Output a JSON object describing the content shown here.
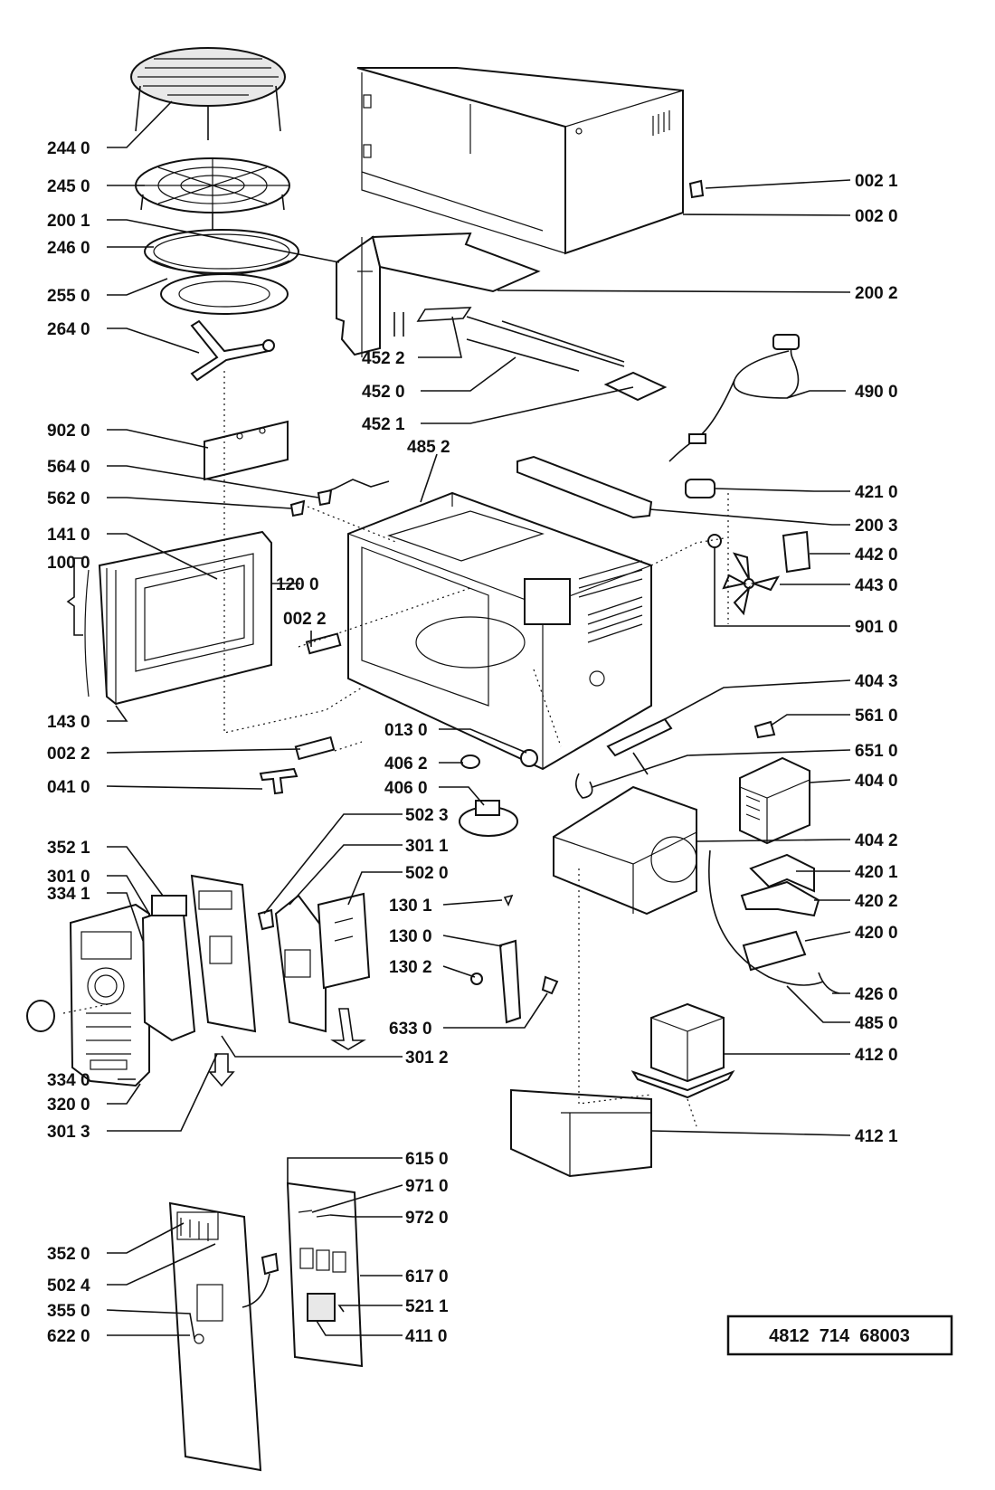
{
  "reference_number": "4812  714  68003",
  "labels_left": [
    {
      "id": "244",
      "text": "244 0"
    },
    {
      "id": "245",
      "text": "245 0"
    },
    {
      "id": "2001",
      "text": "200 1"
    },
    {
      "id": "246",
      "text": "246 0"
    },
    {
      "id": "255",
      "text": "255 0"
    },
    {
      "id": "264",
      "text": "264 0"
    },
    {
      "id": "902",
      "text": "902 0"
    },
    {
      "id": "564",
      "text": "564 0"
    },
    {
      "id": "562",
      "text": "562 0"
    },
    {
      "id": "141",
      "text": "141 0"
    },
    {
      "id": "100",
      "text": "100 0"
    },
    {
      "id": "143",
      "text": "143 0"
    },
    {
      "id": "0022b",
      "text": "002 2"
    },
    {
      "id": "041",
      "text": "041 0"
    },
    {
      "id": "3521",
      "text": "352 1"
    },
    {
      "id": "3010",
      "text": "301 0"
    },
    {
      "id": "3341",
      "text": "334 1"
    },
    {
      "id": "3340",
      "text": "334 0"
    },
    {
      "id": "320",
      "text": "320 0"
    },
    {
      "id": "3013",
      "text": "301 3"
    },
    {
      "id": "3520",
      "text": "352 0"
    },
    {
      "id": "5024",
      "text": "502 4"
    },
    {
      "id": "355",
      "text": "355 0"
    },
    {
      "id": "622",
      "text": "622 0"
    }
  ],
  "labels_right": [
    {
      "id": "0021",
      "text": "002 1"
    },
    {
      "id": "0020",
      "text": "002 0"
    },
    {
      "id": "2002",
      "text": "200 2"
    },
    {
      "id": "490",
      "text": "490 0"
    },
    {
      "id": "421",
      "text": "421 0"
    },
    {
      "id": "2003",
      "text": "200 3"
    },
    {
      "id": "442",
      "text": "442 0"
    },
    {
      "id": "443",
      "text": "443 0"
    },
    {
      "id": "901",
      "text": "901 0"
    },
    {
      "id": "4043",
      "text": "404 3"
    },
    {
      "id": "561",
      "text": "561 0"
    },
    {
      "id": "651",
      "text": "651 0"
    },
    {
      "id": "4040",
      "text": "404 0"
    },
    {
      "id": "4042",
      "text": "404 2"
    },
    {
      "id": "4201",
      "text": "420 1"
    },
    {
      "id": "4202",
      "text": "420 2"
    },
    {
      "id": "4200",
      "text": "420 0"
    },
    {
      "id": "426",
      "text": "426 0"
    },
    {
      "id": "485",
      "text": "485 0"
    },
    {
      "id": "4120",
      "text": "412 0"
    },
    {
      "id": "4121",
      "text": "412 1"
    }
  ],
  "labels_center": [
    {
      "id": "4522",
      "text": "452 2"
    },
    {
      "id": "4520",
      "text": "452 0"
    },
    {
      "id": "4521",
      "text": "452 1"
    },
    {
      "id": "4852",
      "text": "485 2"
    },
    {
      "id": "120",
      "text": "120 0"
    },
    {
      "id": "0022a",
      "text": "002 2"
    },
    {
      "id": "013",
      "text": "013 0"
    },
    {
      "id": "4062",
      "text": "406 2"
    },
    {
      "id": "4060",
      "text": "406 0"
    },
    {
      "id": "5023",
      "text": "502 3"
    },
    {
      "id": "3011",
      "text": "301 1"
    },
    {
      "id": "5020",
      "text": "502 0"
    },
    {
      "id": "1301",
      "text": "130 1"
    },
    {
      "id": "1300",
      "text": "130 0"
    },
    {
      "id": "1302",
      "text": "130 2"
    },
    {
      "id": "633",
      "text": "633 0"
    },
    {
      "id": "3012",
      "text": "301 2"
    },
    {
      "id": "615",
      "text": "615 0"
    },
    {
      "id": "971",
      "text": "971 0"
    },
    {
      "id": "972",
      "text": "972 0"
    },
    {
      "id": "617",
      "text": "617 0"
    },
    {
      "id": "5211",
      "text": "521 1"
    },
    {
      "id": "411",
      "text": "411 0"
    }
  ]
}
